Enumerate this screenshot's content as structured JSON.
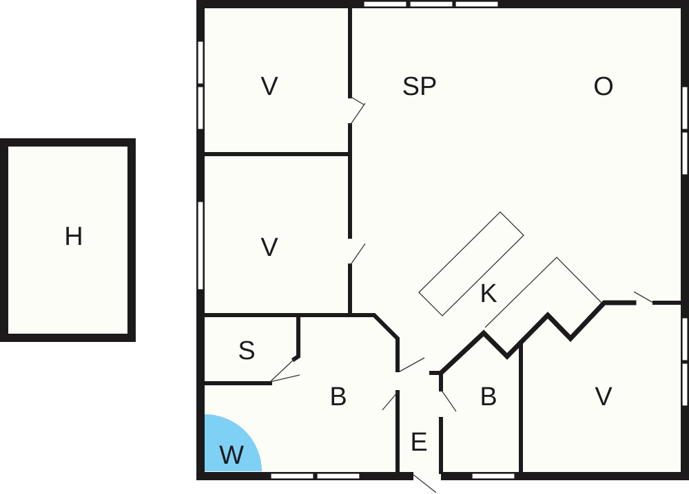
{
  "floorplan": {
    "colors": {
      "wall": "#1c1a1b",
      "floor": "#fdfdf8",
      "wardrobe": "#7fd0f5"
    },
    "rooms": [
      {
        "label": "V",
        "name": "bedroom-top-left"
      },
      {
        "label": "SP",
        "name": "dining-area"
      },
      {
        "label": "O",
        "name": "living-room"
      },
      {
        "label": "V",
        "name": "bedroom-middle-left"
      },
      {
        "label": "K",
        "name": "kitchen"
      },
      {
        "label": "S",
        "name": "storage"
      },
      {
        "label": "B",
        "name": "bathroom-large"
      },
      {
        "label": "W",
        "name": "wardrobe"
      },
      {
        "label": "E",
        "name": "entrance"
      },
      {
        "label": "B",
        "name": "bathroom-small"
      },
      {
        "label": "V",
        "name": "bedroom-bottom-right"
      },
      {
        "label": "H",
        "name": "outbuilding"
      }
    ]
  }
}
